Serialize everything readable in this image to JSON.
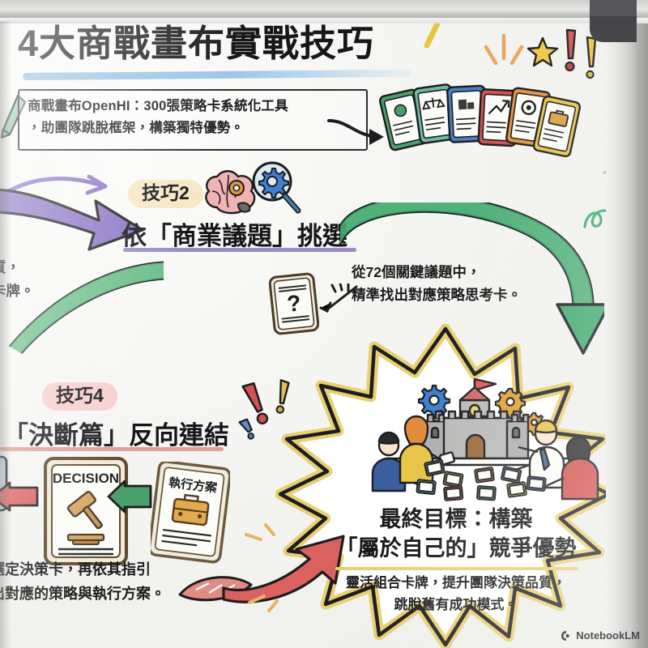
{
  "meta": {
    "medium": "whiteboard-infographic",
    "language": "zh-Hant"
  },
  "header": {
    "title": "4大商戰畫布實戰技巧",
    "callout": "商戰畫布OpenHI：300張策略卡系統化工具\n，助團隊跳脫框架，構築獨特優勢。",
    "callout_line1": "商戰畫布OpenHI：300張策略卡系統化工具",
    "callout_line2": "，助團隊跳脫框架，構築獨特優勢。"
  },
  "techniques": [
    {
      "badge": "技巧2",
      "badge_color": "#f7e7c4",
      "heading": "依「商業議題」挑選",
      "underline_color": "#9b8cc9",
      "note_line1": "從72個關鍵議題中，",
      "note_line2": "精準找出對應策略思考卡。",
      "icons": [
        "brain-icon",
        "magnifier-gear-icon",
        "question-card-icon"
      ]
    },
    {
      "badge": "技巧4",
      "badge_color": "#f6cfcc",
      "heading": "「決斷篇」反向連結",
      "underline_color": "#e0a097",
      "note_line1": "選定決策卡，再依其指引",
      "note_line2": "出對應的策略與執行方案。",
      "icons": [
        "decision-card-icon",
        "plan-card-icon"
      ]
    }
  ],
  "left_cutoff_note": {
    "line1": "質，",
    "line2": "卡牌。"
  },
  "cards": {
    "decision_label": "DECISION",
    "plan_label": "執行方案",
    "question_label": "?",
    "fan_icon_names": [
      "lightbulb-gear-card",
      "balance-scale-card",
      "factory-card",
      "growth-chart-card",
      "gear-card",
      "briefcase-card"
    ],
    "fan_colors": [
      "#4aa06a",
      "#6fb9a5",
      "#4a7fbf",
      "#d2524f",
      "#e59243",
      "#e8c447"
    ]
  },
  "goal": {
    "title_line1": "最終目標：構築",
    "title_line2": "「屬於自己的」競爭優勢",
    "sub_line1": "靈活組合卡牌，提升團隊決策品質，",
    "sub_line2": "跳脫舊有成功模式。",
    "underline_color": "#e8cf72"
  },
  "scene": {
    "name": "team-around-table-with-castle",
    "castle_flag_color": "#e05555",
    "people_count": 4,
    "gear_colors": [
      "#3f7fd0",
      "#e0a030",
      "#e0a030"
    ],
    "card_colors": [
      "#4aa06a",
      "#e8c447",
      "#d2524f",
      "#4a7fbf",
      "#6fb9a5",
      "#e59243"
    ]
  },
  "decorations": {
    "star": "star-icon",
    "exclamations": [
      "#d2524f",
      "#e8c447",
      "#4a7fbf"
    ],
    "arrow_purple": "#8a72c4",
    "arrow_green": "#3faa6d",
    "arrow_red": "#d9625e",
    "title_underline": "#8fbfe0"
  },
  "watermark": {
    "label": "NotebookLM"
  }
}
